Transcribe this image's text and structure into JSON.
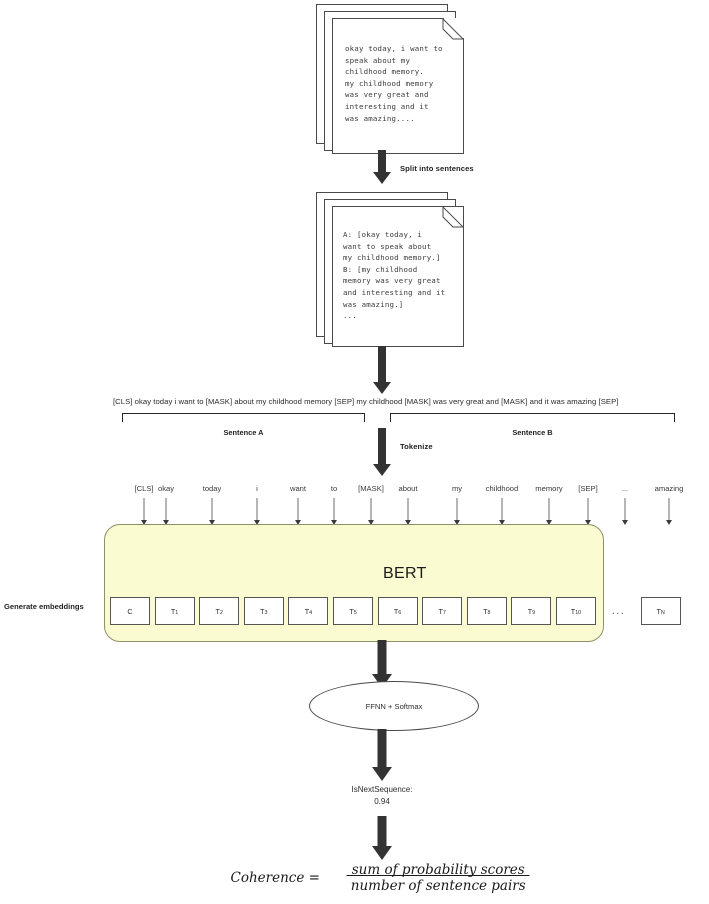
{
  "diagram": {
    "title": "BERT next-sentence coherence pipeline",
    "colors": {
      "bert_fill": "#fbfbd1",
      "bert_border": "#8f8f6a",
      "arrow": "#333333",
      "paper": "#ffffff",
      "paper_border": "#4a4a4a"
    }
  },
  "documents": {
    "raw": {
      "name": "raw-transcript-pages",
      "text": "okay today, i want to\nspeak about my\nchildhood memory.\nmy childhood memory\nwas very great and\ninteresting and it\nwas amazing...."
    },
    "split": {
      "name": "sentence-pair-pages",
      "text": "A: [okay today, i\nwant to speak about\nmy childhood memory.]\nB: [my childhood\nmemory was very great\nand interesting and it\nwas amazing.]\n..."
    }
  },
  "arrows": {
    "split": "Split into sentences",
    "tokenize": "Tokenize",
    "generate_embeddings": "Generate embeddings"
  },
  "sequence": {
    "full_text": "[CLS] okay today i want to [MASK] about my childhood memory [SEP]  my childhood [MASK] was very great and [MASK] and it was amazing [SEP]",
    "sentence_a_label": "Sentence A",
    "sentence_b_label": "Sentence B"
  },
  "tokens": [
    "[CLS]",
    "okay",
    "today",
    "i",
    "want",
    "to",
    "[MASK]",
    "about",
    "my",
    "childhood",
    "memory",
    "[SEP]",
    "...",
    "amazing"
  ],
  "bert": {
    "title": "BERT",
    "embeddings": [
      "C",
      "T1",
      "T2",
      "T3",
      "T4",
      "T5",
      "T6",
      "T7",
      "T8",
      "T9",
      "T10"
    ],
    "embedding_ellipsis": "...",
    "embedding_last": "TN"
  },
  "classifier": {
    "label": "FFNN + Softmax"
  },
  "score": {
    "label": "IsNextSequence:",
    "value": "0.94"
  },
  "formula": {
    "lhs": "Coherence =",
    "numerator": "sum of probability scores",
    "denominator": "number of sentence pairs"
  }
}
